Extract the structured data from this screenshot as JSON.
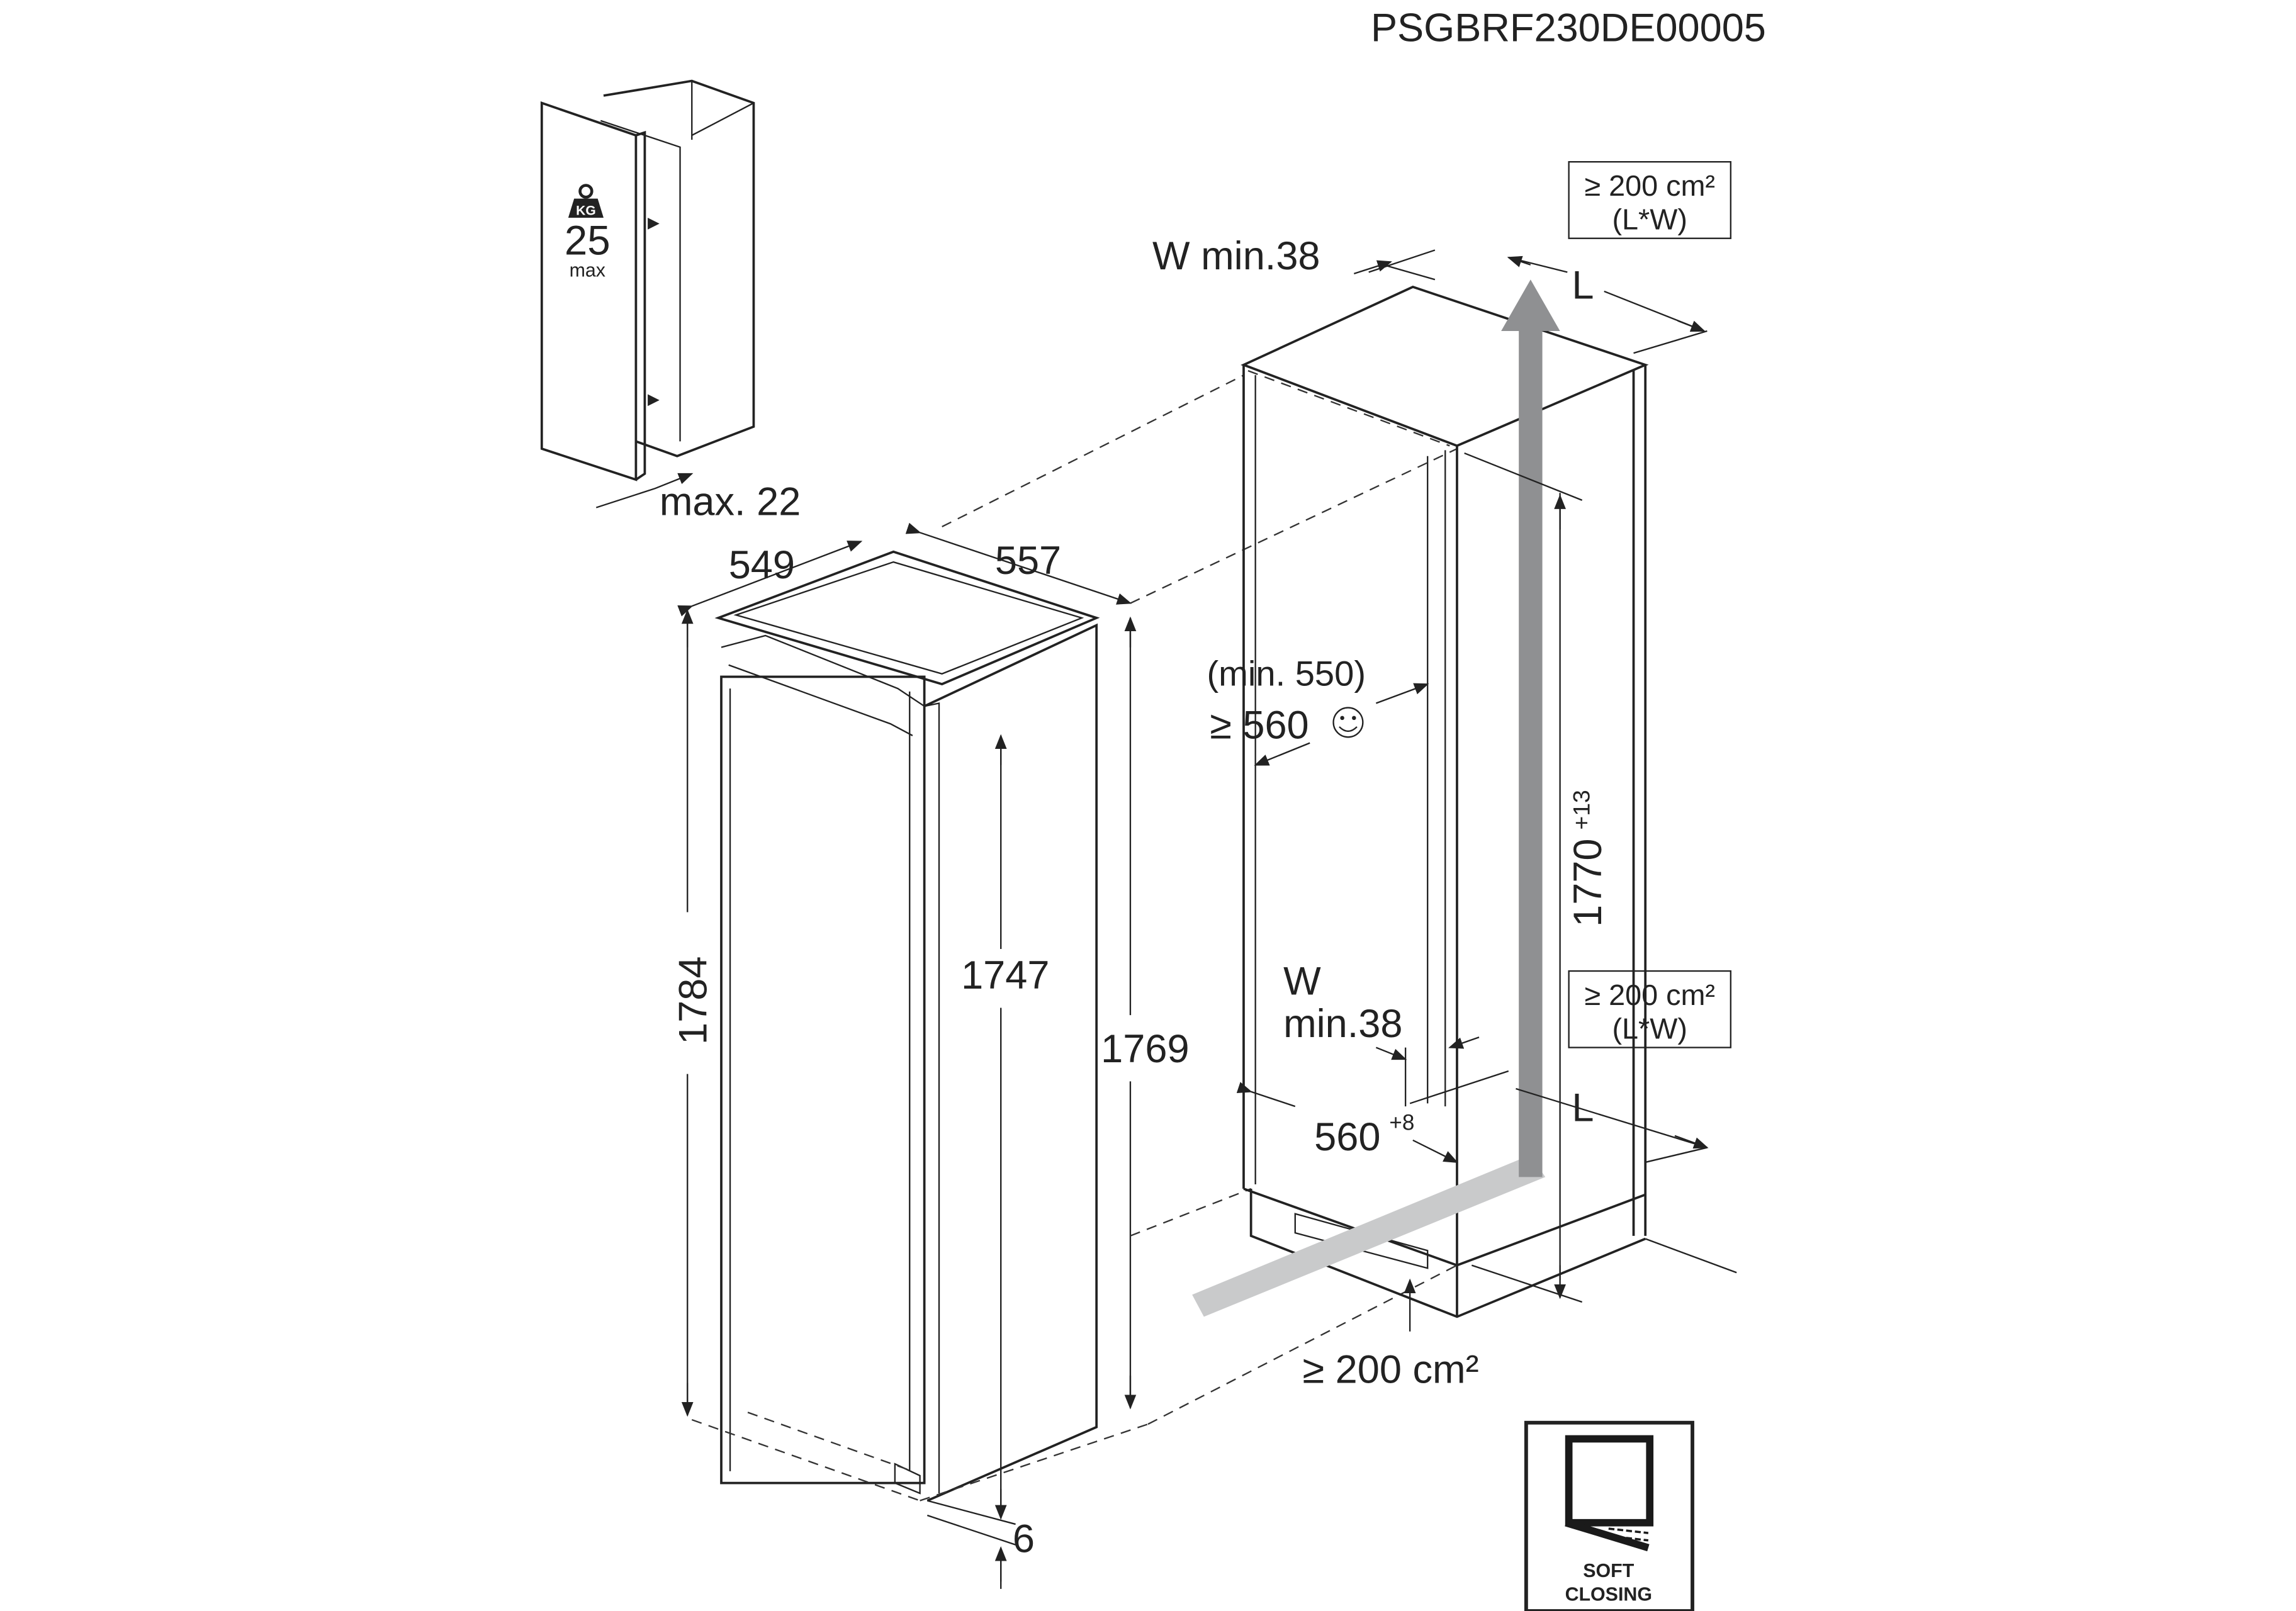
{
  "doc_code": "PSGBRF230DE00005",
  "door_panel": {
    "weight_icon_label": "KG",
    "weight_value": "25",
    "weight_unit": "max",
    "max_thickness": "max. 22"
  },
  "appliance": {
    "depth": "549",
    "width": "557",
    "height_total": "1784",
    "height_inner": "1747",
    "height_side": "1769",
    "bottom_gap": "6"
  },
  "niche": {
    "w_top": "W min.38",
    "l_top": "L",
    "vent_top_area": "≥ 200 cm²",
    "vent_top_formula": "(L*W)",
    "min_depth_alt": "(min. 550)",
    "min_depth": "≥ 560",
    "height": "1770",
    "height_tolerance": "+13",
    "vent_mid_area": "≥ 200 cm²",
    "vent_mid_formula": "(L*W)",
    "w_bottom_label": "W",
    "w_bottom_value": "min.38",
    "l_bottom": "L",
    "width": "560",
    "width_tolerance": "+8",
    "vent_bottom_area": "≥ 200 cm²"
  },
  "badge": {
    "line1": "SOFT",
    "line2": "CLOSING"
  },
  "colors": {
    "ink": "#222222",
    "door_gray": "#b8babc",
    "arrow_dark": "#8f9092",
    "arrow_light": "#c9cacb"
  }
}
